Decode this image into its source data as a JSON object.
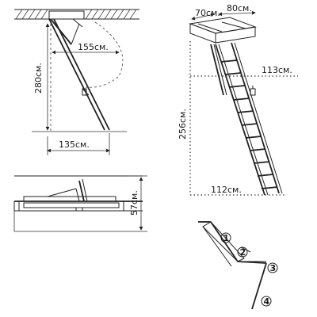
{
  "fold_view": {
    "arc_radius_label": "155см.",
    "height_label": "280см.",
    "width_label": "135см."
  },
  "open_view": {
    "frame_length_label": "80см.",
    "frame_width_label": "70см.",
    "step_reach_label": "113см.",
    "height_label": "256см.",
    "floor_reach_label": "112см."
  },
  "closed_view": {
    "height_label": "57см."
  },
  "detail_view": {
    "markers": [
      "1",
      "2",
      "3",
      "4"
    ]
  }
}
